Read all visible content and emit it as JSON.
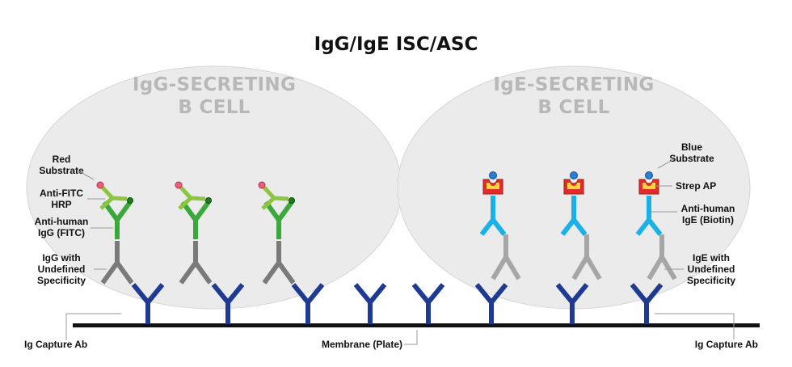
{
  "title": "IgG/IgE ISC/ASC",
  "cells": [
    {
      "line1": "IgG-SECRETING",
      "line2": "B CELL"
    },
    {
      "line1": "IgE-SECRETING",
      "line2": "B CELL"
    }
  ],
  "labels_left": {
    "red_substrate": [
      "Red",
      "Substrate"
    ],
    "anti_fitc_hrp": [
      "Anti-FITC",
      "HRP"
    ],
    "anti_human_igg": [
      "Anti-human",
      "IgG (FITC)"
    ],
    "igg_undefined": [
      "IgG with",
      "Undefined",
      "Specificity"
    ],
    "ig_capture_left": "Ig Capture Ab"
  },
  "labels_right": {
    "blue_substrate": [
      "Blue",
      "Substrate"
    ],
    "strep_ap": "Strep AP",
    "anti_human_ige": [
      "Anti-human",
      "IgE (Biotin)"
    ],
    "ige_undefined": [
      "IgE with",
      "Undefined",
      "Specificity"
    ],
    "ig_capture_right": "Ig Capture Ab"
  },
  "membrane_label": "Membrane (Plate)",
  "colors": {
    "cell": "#ebebeb",
    "capture": "#1f3a93",
    "igg_undefined": "#7a7a7a",
    "anti_igg": "#3aa83a",
    "hrp": "#8cc63f",
    "red_substrate": "#e8607a",
    "ige_undefined": "#a6a6a6",
    "anti_ige": "#1ab0e8",
    "strep_ap": "#e32b2b",
    "strep_ap_inner": "#ffd23f",
    "blue_substrate": "#2a7fd4"
  }
}
